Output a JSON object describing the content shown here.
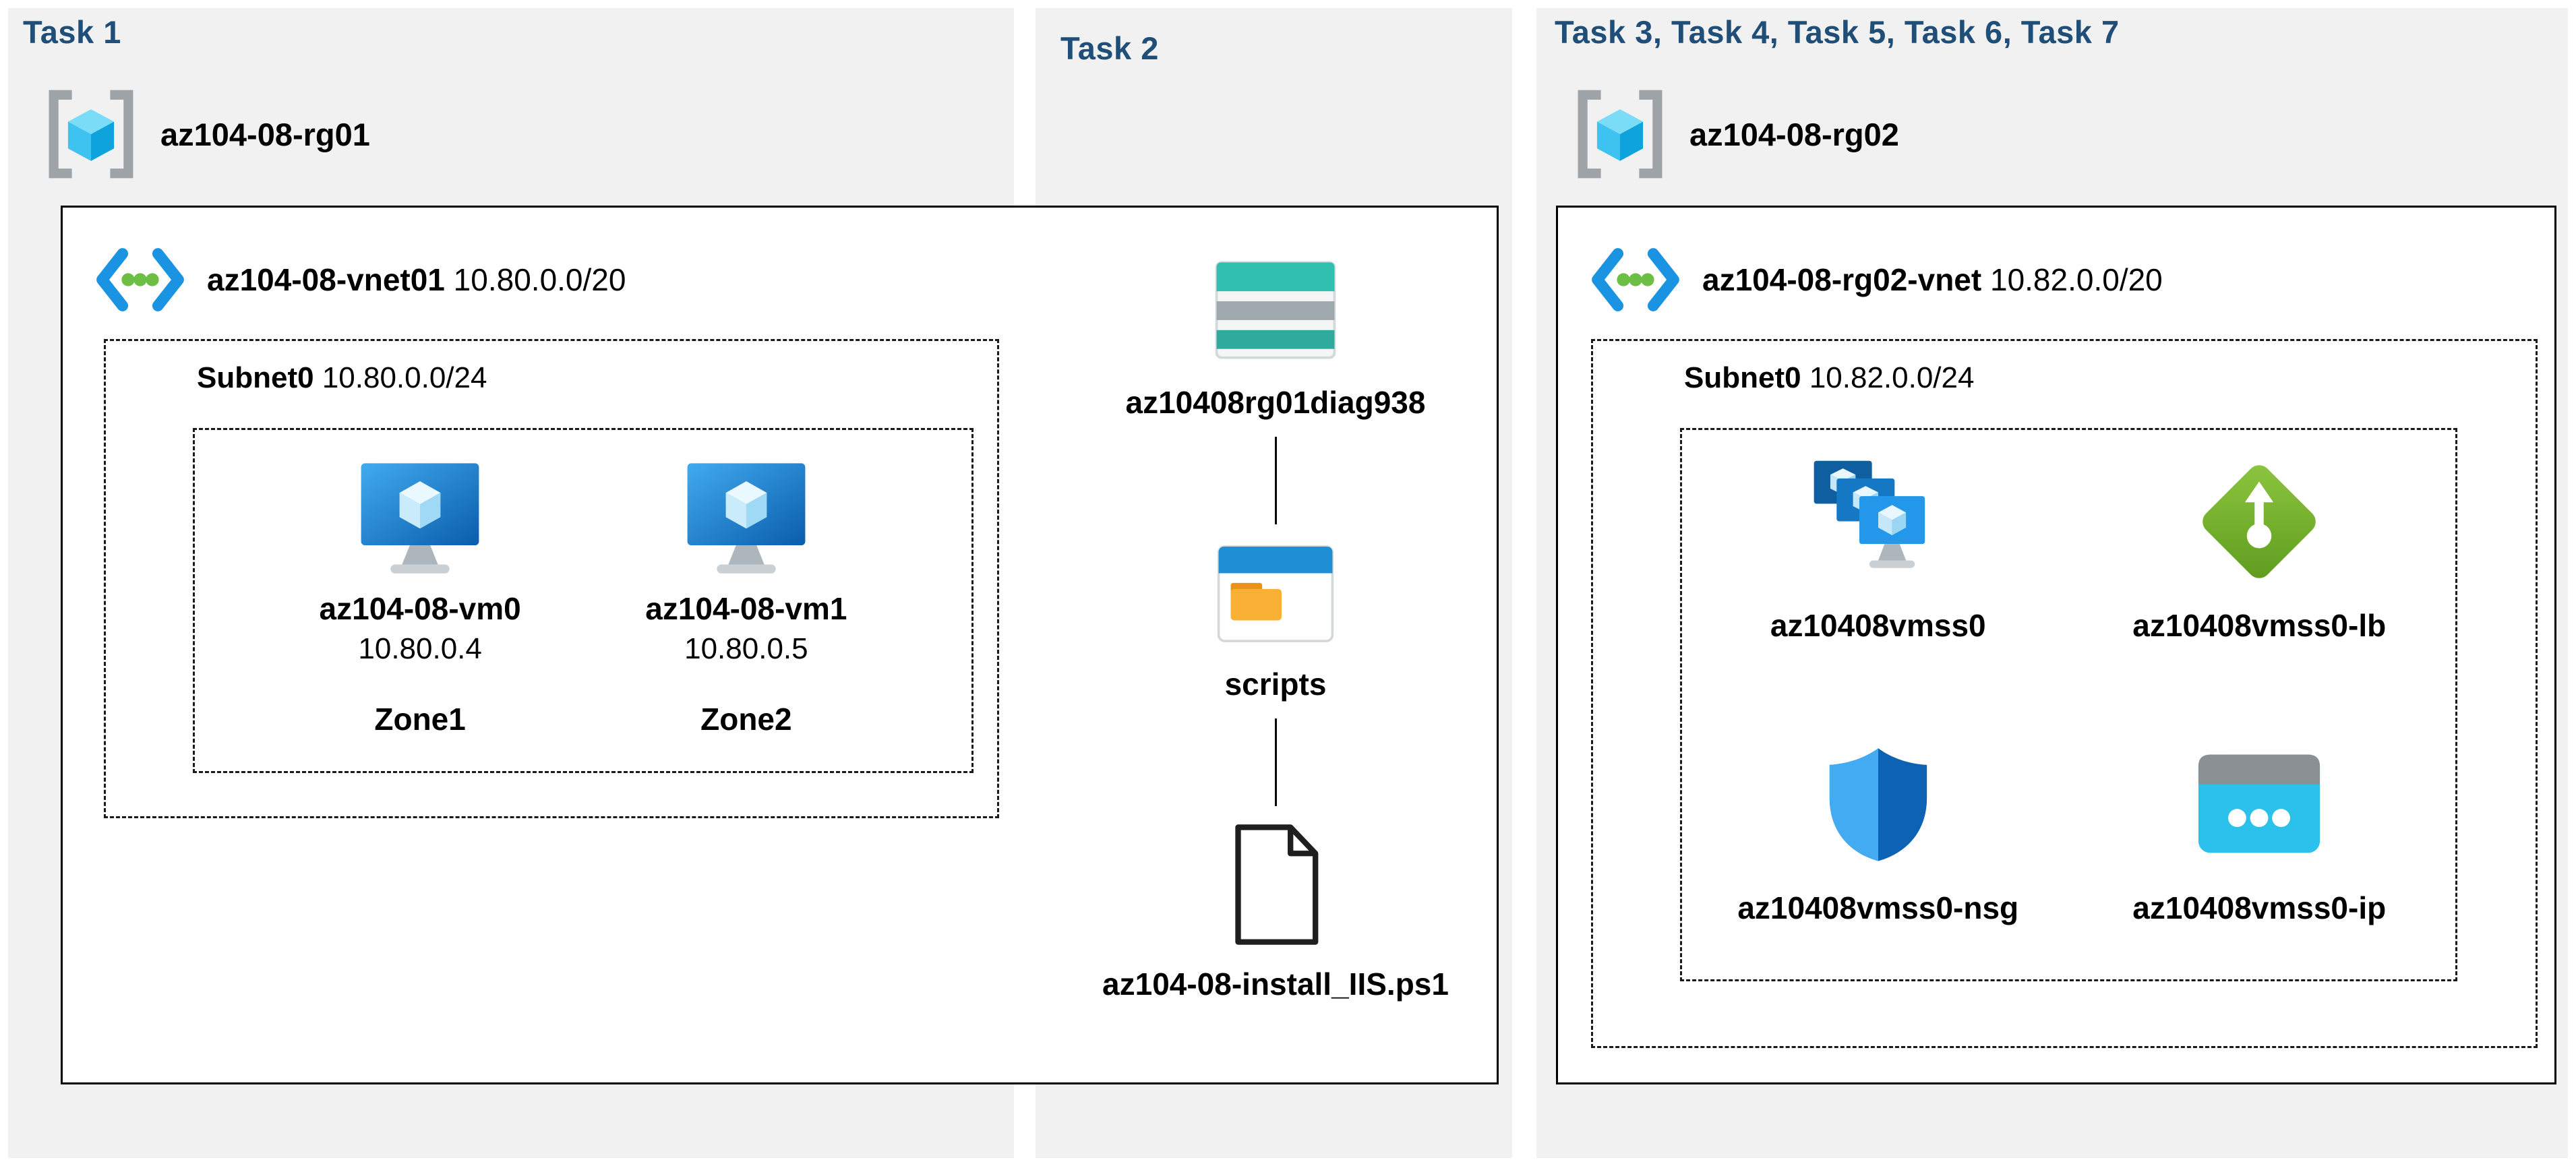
{
  "colors": {
    "title": "#1F4E79",
    "panel_bg": "#F1F1F2",
    "box_border": "#000000",
    "text": "#000000"
  },
  "task1": {
    "title": "Task 1",
    "resource_group": {
      "icon": "resource-group-icon",
      "name": "az104-08-rg01"
    },
    "vnet": {
      "icon": "virtual-network-icon",
      "name": "az104-08-vnet01",
      "cidr": "10.80.0.0/20"
    },
    "subnet": {
      "name": "Subnet0",
      "cidr": "10.80.0.0/24"
    },
    "vms": [
      {
        "icon": "virtual-machine-icon",
        "name": "az104-08-vm0",
        "ip": "10.80.0.4",
        "zone": "Zone1"
      },
      {
        "icon": "virtual-machine-icon",
        "name": "az104-08-vm1",
        "ip": "10.80.0.5",
        "zone": "Zone2"
      }
    ]
  },
  "task2": {
    "title": "Task 2",
    "storage_account": {
      "icon": "storage-account-icon",
      "name": "az10408rg01diag938"
    },
    "container": {
      "icon": "blob-container-icon",
      "name": "scripts"
    },
    "script_file": {
      "icon": "file-icon",
      "name": "az104-08-install_IIS.ps1"
    }
  },
  "task3": {
    "title": "Task 3, Task 4, Task 5, Task 6, Task 7",
    "resource_group": {
      "icon": "resource-group-icon",
      "name": "az104-08-rg02"
    },
    "vnet": {
      "icon": "virtual-network-icon",
      "name": "az104-08-rg02-vnet",
      "cidr": "10.82.0.0/20"
    },
    "subnet": {
      "name": "Subnet0",
      "cidr": "10.82.0.0/24"
    },
    "resources": [
      {
        "icon": "vm-scale-set-icon",
        "name": "az10408vmss0"
      },
      {
        "icon": "load-balancer-icon",
        "name": "az10408vmss0-lb"
      },
      {
        "icon": "network-security-group-icon",
        "name": "az10408vmss0-nsg"
      },
      {
        "icon": "public-ip-icon",
        "name": "az10408vmss0-ip"
      }
    ]
  }
}
